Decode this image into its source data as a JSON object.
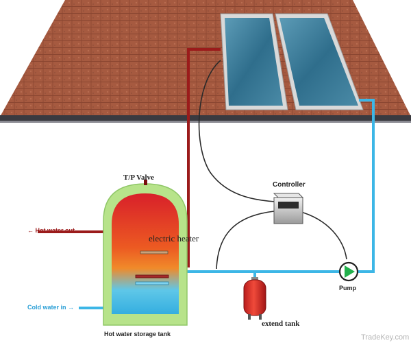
{
  "labels": {
    "tp_valve": "T/P Valve",
    "controller": "Controller",
    "hot_water_out": "← Hot water out",
    "electric_heater": "electric heater",
    "cold_water_in": "Cold water in →",
    "pump": "Pump",
    "extend_tank": "extend tank",
    "storage_tank": "Hot water storage tank",
    "watermark": "TradeKey.com"
  },
  "colors": {
    "roof": "#a65a40",
    "hot_pipe": "#9b1b1b",
    "cold_pipe": "#3cb6e6",
    "tank_shell": "#b7e38a",
    "pump_green": "#22b14c",
    "collector_glass": "#3f7f9c"
  },
  "icons": {
    "pump": "pump-icon",
    "controller": "controller-box-icon",
    "expansion_tank": "expansion-tank-icon"
  }
}
